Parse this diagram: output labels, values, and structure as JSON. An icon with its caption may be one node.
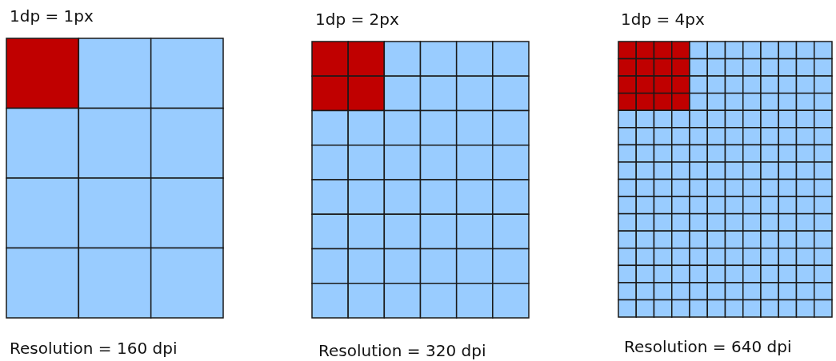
{
  "diagram": {
    "labels": [
      "1dp = 1px",
      "1dp = 2px",
      "1dp = 4px",
      "Resolution = 160 dpi",
      "Resolution = 320 dpi",
      "Resolution = 640 dpi"
    ]
  }
}
